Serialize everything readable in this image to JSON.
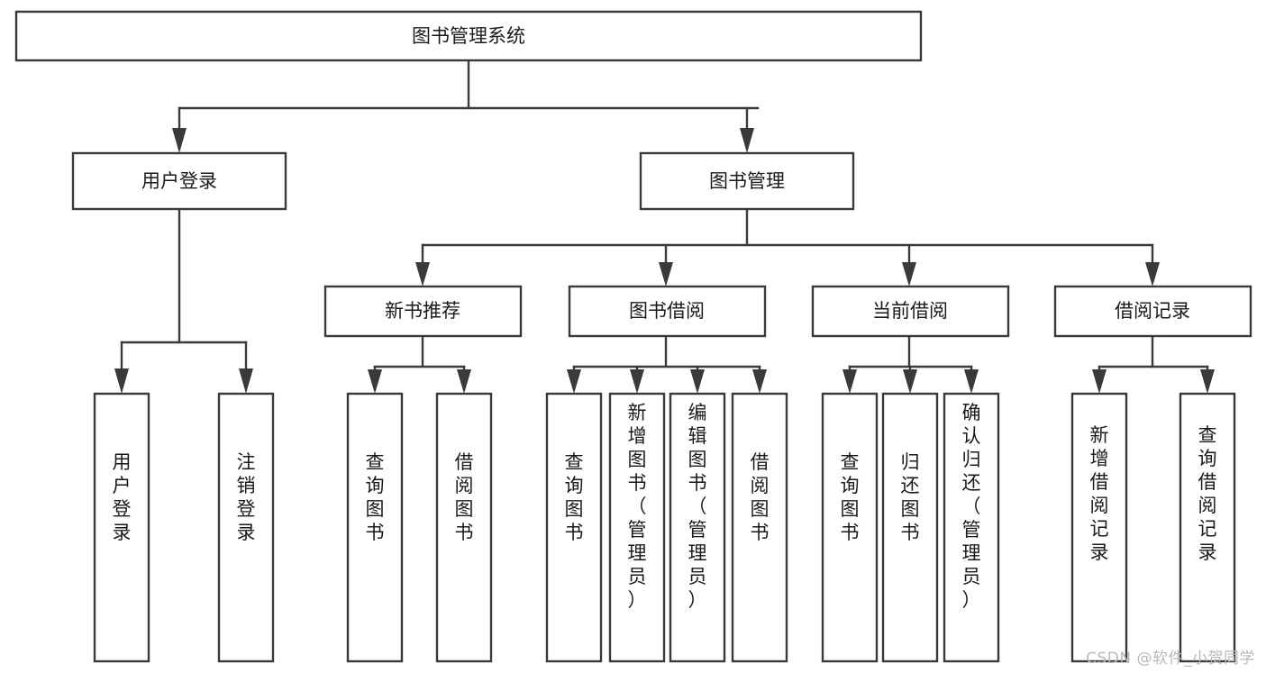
{
  "diagram": {
    "type": "tree",
    "title": "图书管理系统",
    "watermark": "CSDN @软件_小贺同学",
    "nodes": {
      "root": {
        "label": "图书管理系统"
      },
      "level2": [
        {
          "id": "user-login",
          "label": "用户登录"
        },
        {
          "id": "book-management",
          "label": "图书管理"
        }
      ],
      "level3": [
        {
          "id": "new-book-recommend",
          "label": "新书推荐"
        },
        {
          "id": "book-borrow",
          "label": "图书借阅"
        },
        {
          "id": "current-borrow",
          "label": "当前借阅"
        },
        {
          "id": "borrow-record",
          "label": "借阅记录"
        }
      ],
      "leaves": [
        {
          "id": "leaf-user-login",
          "label": "用户登录",
          "parent": "user-login"
        },
        {
          "id": "leaf-logout",
          "label": "注销登录",
          "parent": "user-login"
        },
        {
          "id": "leaf-query-book-1",
          "label": "查询图书",
          "parent": "new-book-recommend"
        },
        {
          "id": "leaf-borrow-book-1",
          "label": "借阅图书",
          "parent": "new-book-recommend"
        },
        {
          "id": "leaf-query-book-2",
          "label": "查询图书",
          "parent": "book-borrow"
        },
        {
          "id": "leaf-add-book",
          "label": "新增图书（管理员）",
          "parent": "book-borrow"
        },
        {
          "id": "leaf-edit-book",
          "label": "编辑图书（管理员）",
          "parent": "book-borrow"
        },
        {
          "id": "leaf-borrow-book-2",
          "label": "借阅图书",
          "parent": "book-borrow"
        },
        {
          "id": "leaf-query-book-3",
          "label": "查询图书",
          "parent": "current-borrow"
        },
        {
          "id": "leaf-return-book",
          "label": "归还图书",
          "parent": "current-borrow"
        },
        {
          "id": "leaf-confirm-return",
          "label": "确认归还（管理员）",
          "parent": "current-borrow"
        },
        {
          "id": "leaf-add-record",
          "label": "新增借阅记录",
          "parent": "borrow-record"
        },
        {
          "id": "leaf-query-record",
          "label": "查询借阅记录",
          "parent": "borrow-record"
        }
      ]
    },
    "colors": {
      "stroke": "#3a3a3a",
      "fill": "#ffffff",
      "text": "#1a1a1a",
      "watermark": "#b9b9b9"
    }
  }
}
